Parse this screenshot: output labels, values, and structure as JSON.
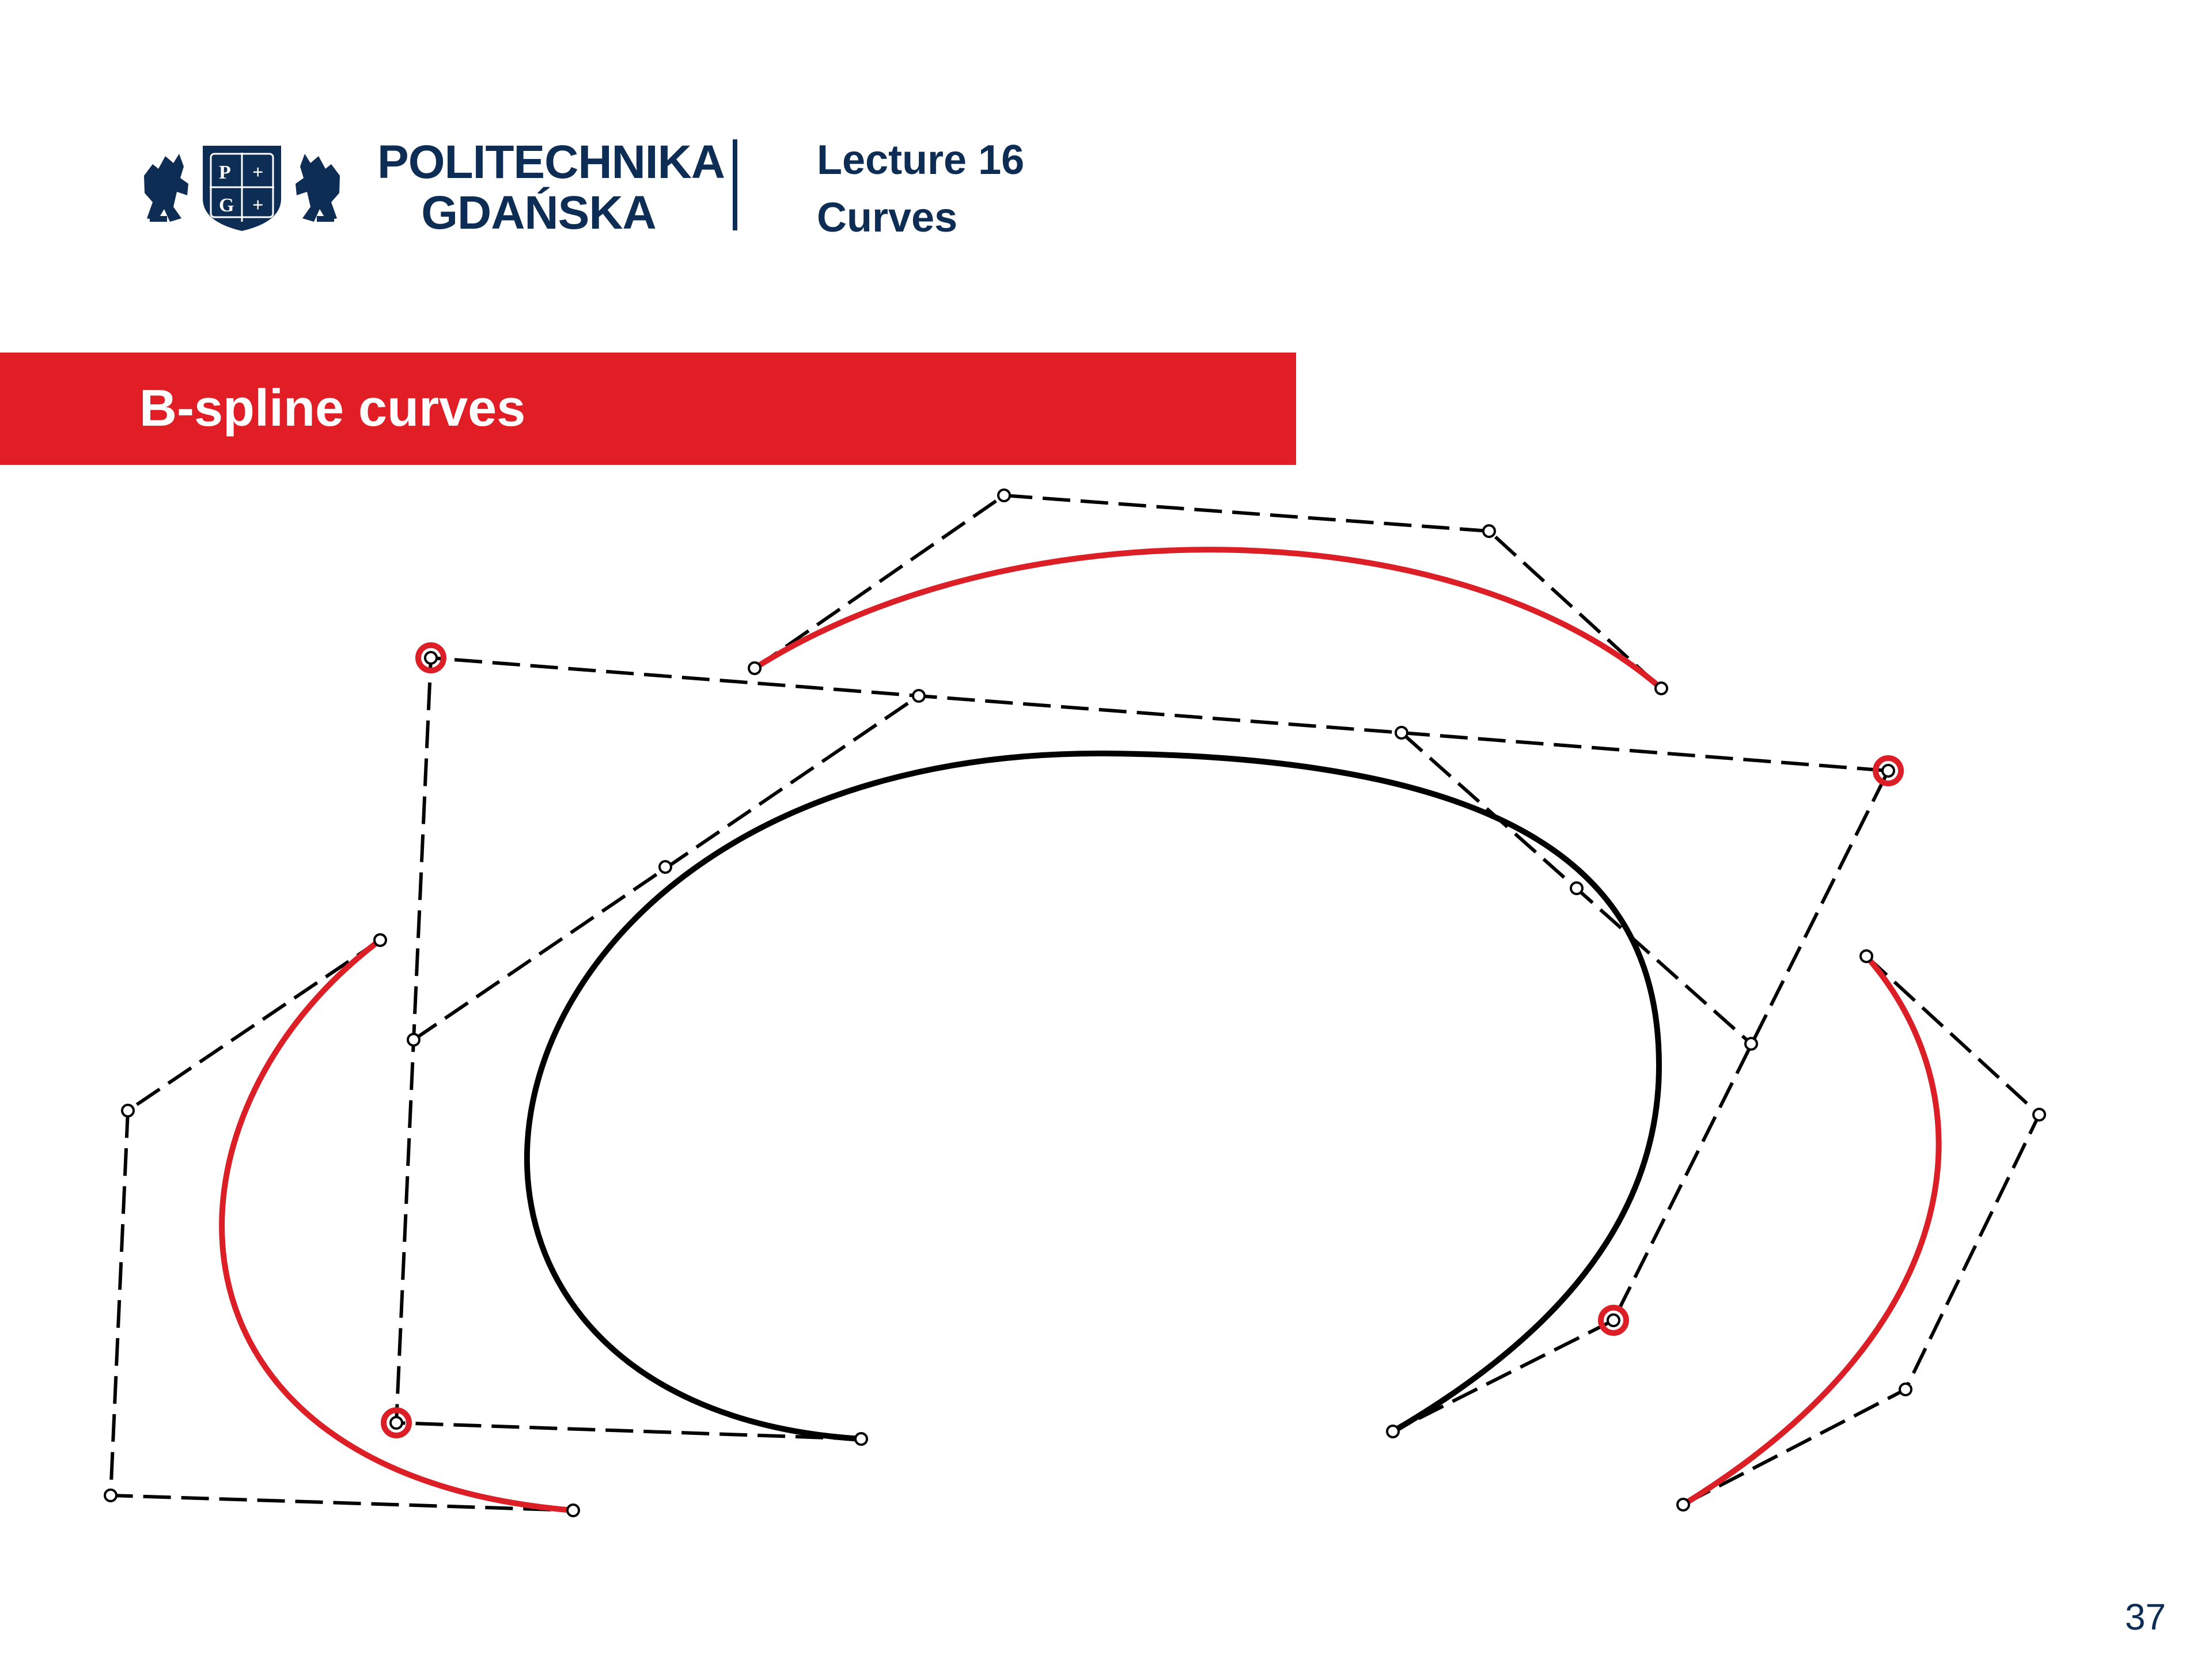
{
  "header": {
    "university_line1": "POLITECHNIKA",
    "university_line2": "GDAŃSKA",
    "lecture": "Lecture 16",
    "topic": "Curves",
    "logo_letters": [
      "P",
      "G"
    ]
  },
  "slide": {
    "title": "B-spline curves",
    "page_number": "37"
  },
  "colors": {
    "navy": "#0d2d55",
    "banner_red": "#e11d26",
    "curve_red": "#dc1f26",
    "curve_black": "#000000"
  },
  "icons": [
    "university-crest-icon"
  ]
}
